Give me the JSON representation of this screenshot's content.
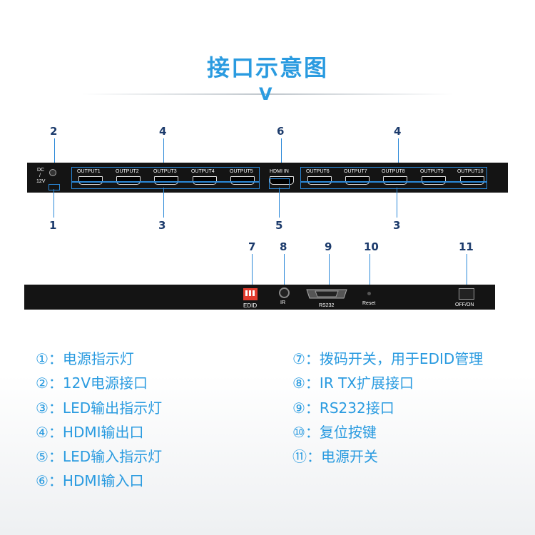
{
  "title": "接口示意图",
  "chevron": "V",
  "top_panel": {
    "dc": "DC",
    "slash": "/",
    "volt": "12V",
    "outputs_left": [
      "OUTPUT1",
      "OUTPUT2",
      "OUTPUT3",
      "OUTPUT4",
      "OUTPUT5"
    ],
    "hdmi_in": "HDMI IN",
    "outputs_right": [
      "OUTPUT6",
      "OUTPUT7",
      "OUTPUT8",
      "OUTPUT9",
      "OUTPUT10"
    ]
  },
  "bottom_panel": {
    "edid": "EDID",
    "ir": "IR",
    "rs232": "RS232",
    "reset": "Reset",
    "offon": "OFF/ON"
  },
  "callouts": {
    "n1": "1",
    "n2": "2",
    "n3a": "3",
    "n3b": "3",
    "n4a": "4",
    "n4b": "4",
    "n5": "5",
    "n6": "6",
    "n7": "7",
    "n8": "8",
    "n9": "9",
    "n10": "10",
    "n11": "11"
  },
  "legend_left": [
    "①：电源指示灯",
    "②：12V电源接口",
    "③：LED输出指示灯",
    "④：HDMI输出口",
    "⑤：LED输入指示灯",
    "⑥：HDMI输入口"
  ],
  "legend_right": [
    "⑦：拨码开关，用于EDID管理",
    "⑧：IR TX扩展接口",
    "⑨：RS232接口",
    "⑩：复位按键",
    "⑪：电源开关"
  ],
  "colors": {
    "accent": "#2a9be0",
    "callout": "#1b3a6b",
    "panel": "#141414",
    "dip": "#e23b2e"
  }
}
